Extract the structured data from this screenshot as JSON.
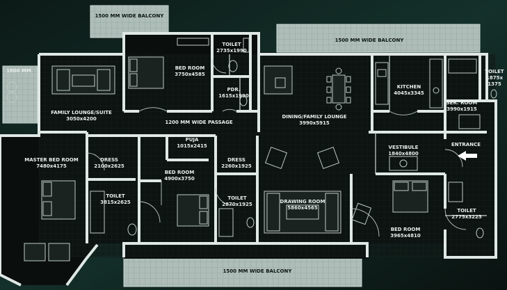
{
  "balconies": {
    "top_left": "1500 MM WIDE BALCONY",
    "top_right": "1500 MM WIDE BALCONY",
    "bottom": "1500 MM WIDE BALCONY",
    "left": "1800 MM"
  },
  "rooms": {
    "family_lounge": {
      "name": "FAMILY LOUNGE/SUITE",
      "size": "3050x4200"
    },
    "bed_room_top": {
      "name": "BED ROOM",
      "size": "3750x4585"
    },
    "toilet_top": {
      "name": "TOILET",
      "size": "2735x1990"
    },
    "pdr": {
      "name": "PDR.",
      "size": "1615x1990"
    },
    "dining": {
      "name": "DINING/FAMILY LOUNGE",
      "size": "3990x5915"
    },
    "kitchen": {
      "name": "KITCHEN",
      "size": "4045x3345"
    },
    "ser_room": {
      "name": "SER. ROOM",
      "size": "3990x1915"
    },
    "toilet_ser": {
      "name": "TOILET",
      "size": "1875x",
      "size2": "1375"
    },
    "passage": {
      "name": "1200 MM WIDE PASSAGE"
    },
    "puja": {
      "name": "PUJA",
      "size": "1015x2415"
    },
    "master_bed": {
      "name": "MASTER BED ROOM",
      "size": "7480x4175"
    },
    "dress_left": {
      "name": "DRESS",
      "size": "2100x2625"
    },
    "toilet_master": {
      "name": "TOILET",
      "size": "3815x2625"
    },
    "bed_room_mid": {
      "name": "BED ROOM",
      "size": "4900x3750"
    },
    "dress_mid": {
      "name": "DRESS",
      "size": "2260x1925"
    },
    "toilet_mid": {
      "name": "TOILET",
      "size": "2870x1925"
    },
    "drawing": {
      "name": "DRAWING ROOM",
      "size": "5860x4565"
    },
    "vestibule": {
      "name": "VESTIBULE",
      "size": "1840x4800"
    },
    "entrance": {
      "name": "ENTRANCE"
    },
    "bed_room_right": {
      "name": "BED ROOM",
      "size": "3965x4810"
    },
    "toilet_right": {
      "name": "TOILET",
      "size": "2775x3225"
    }
  }
}
